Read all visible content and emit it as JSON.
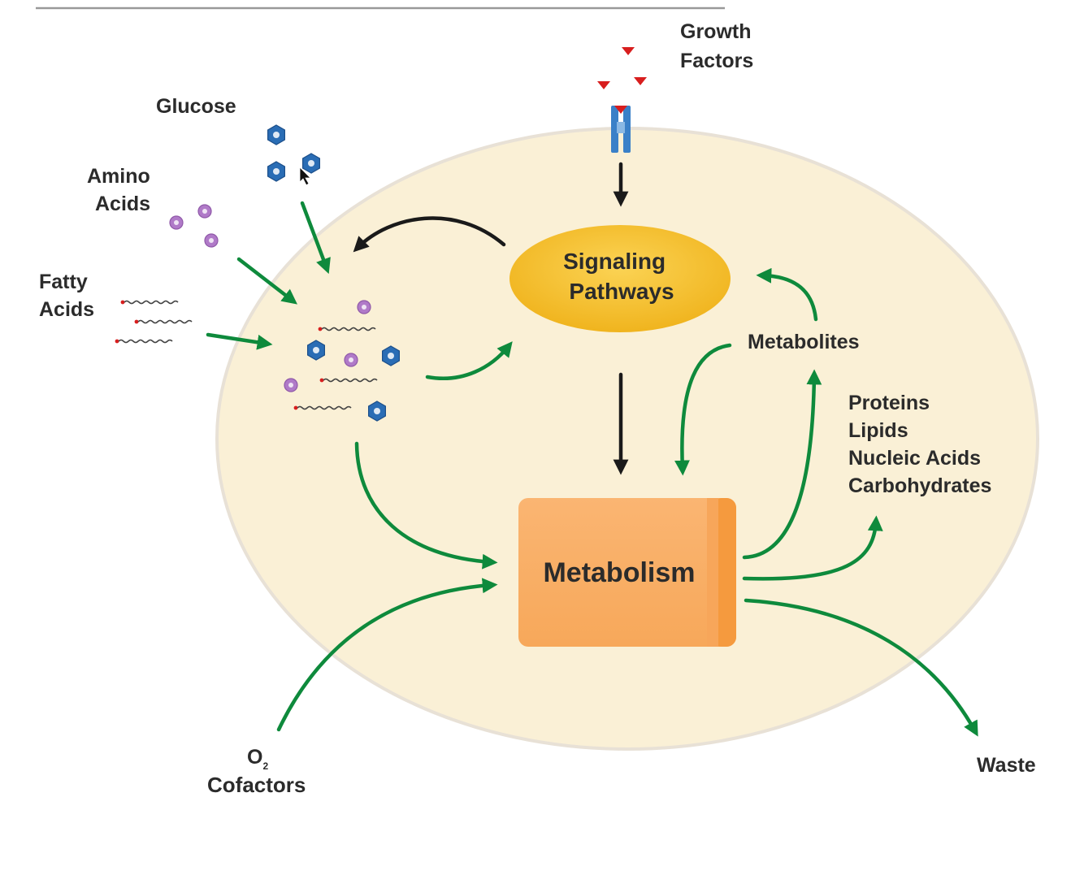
{
  "labels": {
    "growth_factors_line1": "Growth",
    "growth_factors_line2": "Factors",
    "glucose": "Glucose",
    "amino_line1": "Amino",
    "amino_line2": "Acids",
    "fatty_line1": "Fatty",
    "fatty_line2": "Acids",
    "signaling_line1": "Signaling",
    "signaling_line2": "Pathways",
    "metabolites": "Metabolites",
    "products": [
      "Proteins",
      "Lipids",
      "Nucleic Acids",
      "Carbohydrates"
    ],
    "metabolism": "Metabolism",
    "o2_main": "O",
    "o2_sub": "2",
    "cofactors": "Cofactors",
    "waste": "Waste"
  },
  "colors": {
    "cell_fill": "#faf0d6",
    "cell_edge": "#e8e1d6",
    "signaling_fill": "#f6c030",
    "metabolism_fill": "#f9b36a",
    "metabolism_edge": "#f59a3e",
    "flow_arrow": "#0e8a3c",
    "control_arrow": "#1a1a1a",
    "glucose": "#2a6db5",
    "amino_acid": "#b07ac8",
    "growth_factor": "#d81e1e",
    "receptor": "#3a80c8"
  },
  "icons": [
    "glucose-hexagon-icon",
    "amino-acid-circle-icon",
    "fatty-acid-chain-icon",
    "growth-factor-triangle-icon",
    "receptor-icon",
    "mouse-cursor-icon"
  ]
}
